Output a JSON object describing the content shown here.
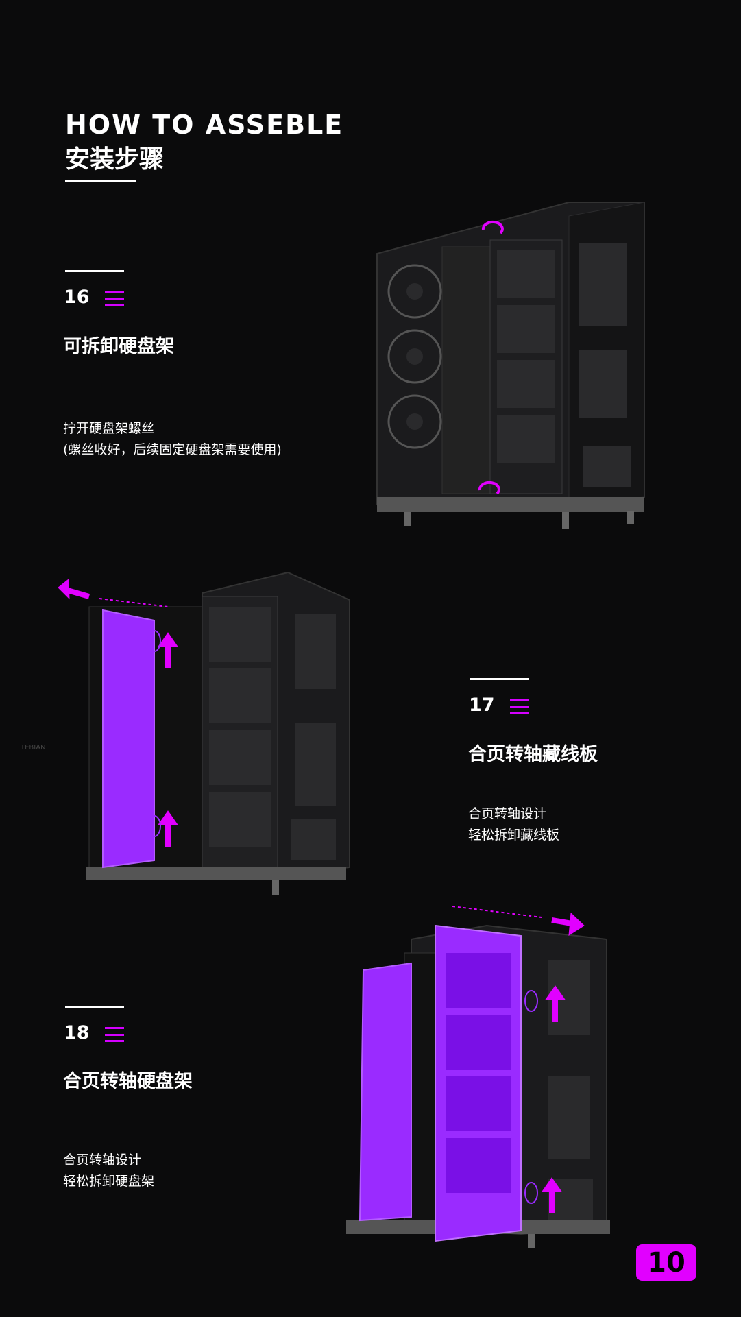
{
  "header": {
    "title_en": "HOW TO ASSEBLE",
    "title_cn": "安装步骤"
  },
  "steps": [
    {
      "number": "16",
      "title": "可拆卸硬盘架",
      "desc_line1": "拧开硬盘架螺丝",
      "desc_line2": "(螺丝收好，后续固定硬盘架需要使用)"
    },
    {
      "number": "17",
      "title": "合页转轴藏线板",
      "desc_line1": "合页转轴设计",
      "desc_line2": "轻松拆卸藏线板"
    },
    {
      "number": "18",
      "title": "合页转轴硬盘架",
      "desc_line1": "合页转轴设计",
      "desc_line2": "轻松拆卸硬盘架"
    }
  ],
  "page_number": "10",
  "watermark": "TEBIAN",
  "colors": {
    "background": "#0b0b0c",
    "accent": "#e100ff",
    "panel_purple": "#9a2bff",
    "case_dark": "#1b1b1d"
  },
  "icons": [
    "menu-icon",
    "rotate-arrow-icon",
    "up-arrow-icon",
    "side-arrow-icon"
  ]
}
